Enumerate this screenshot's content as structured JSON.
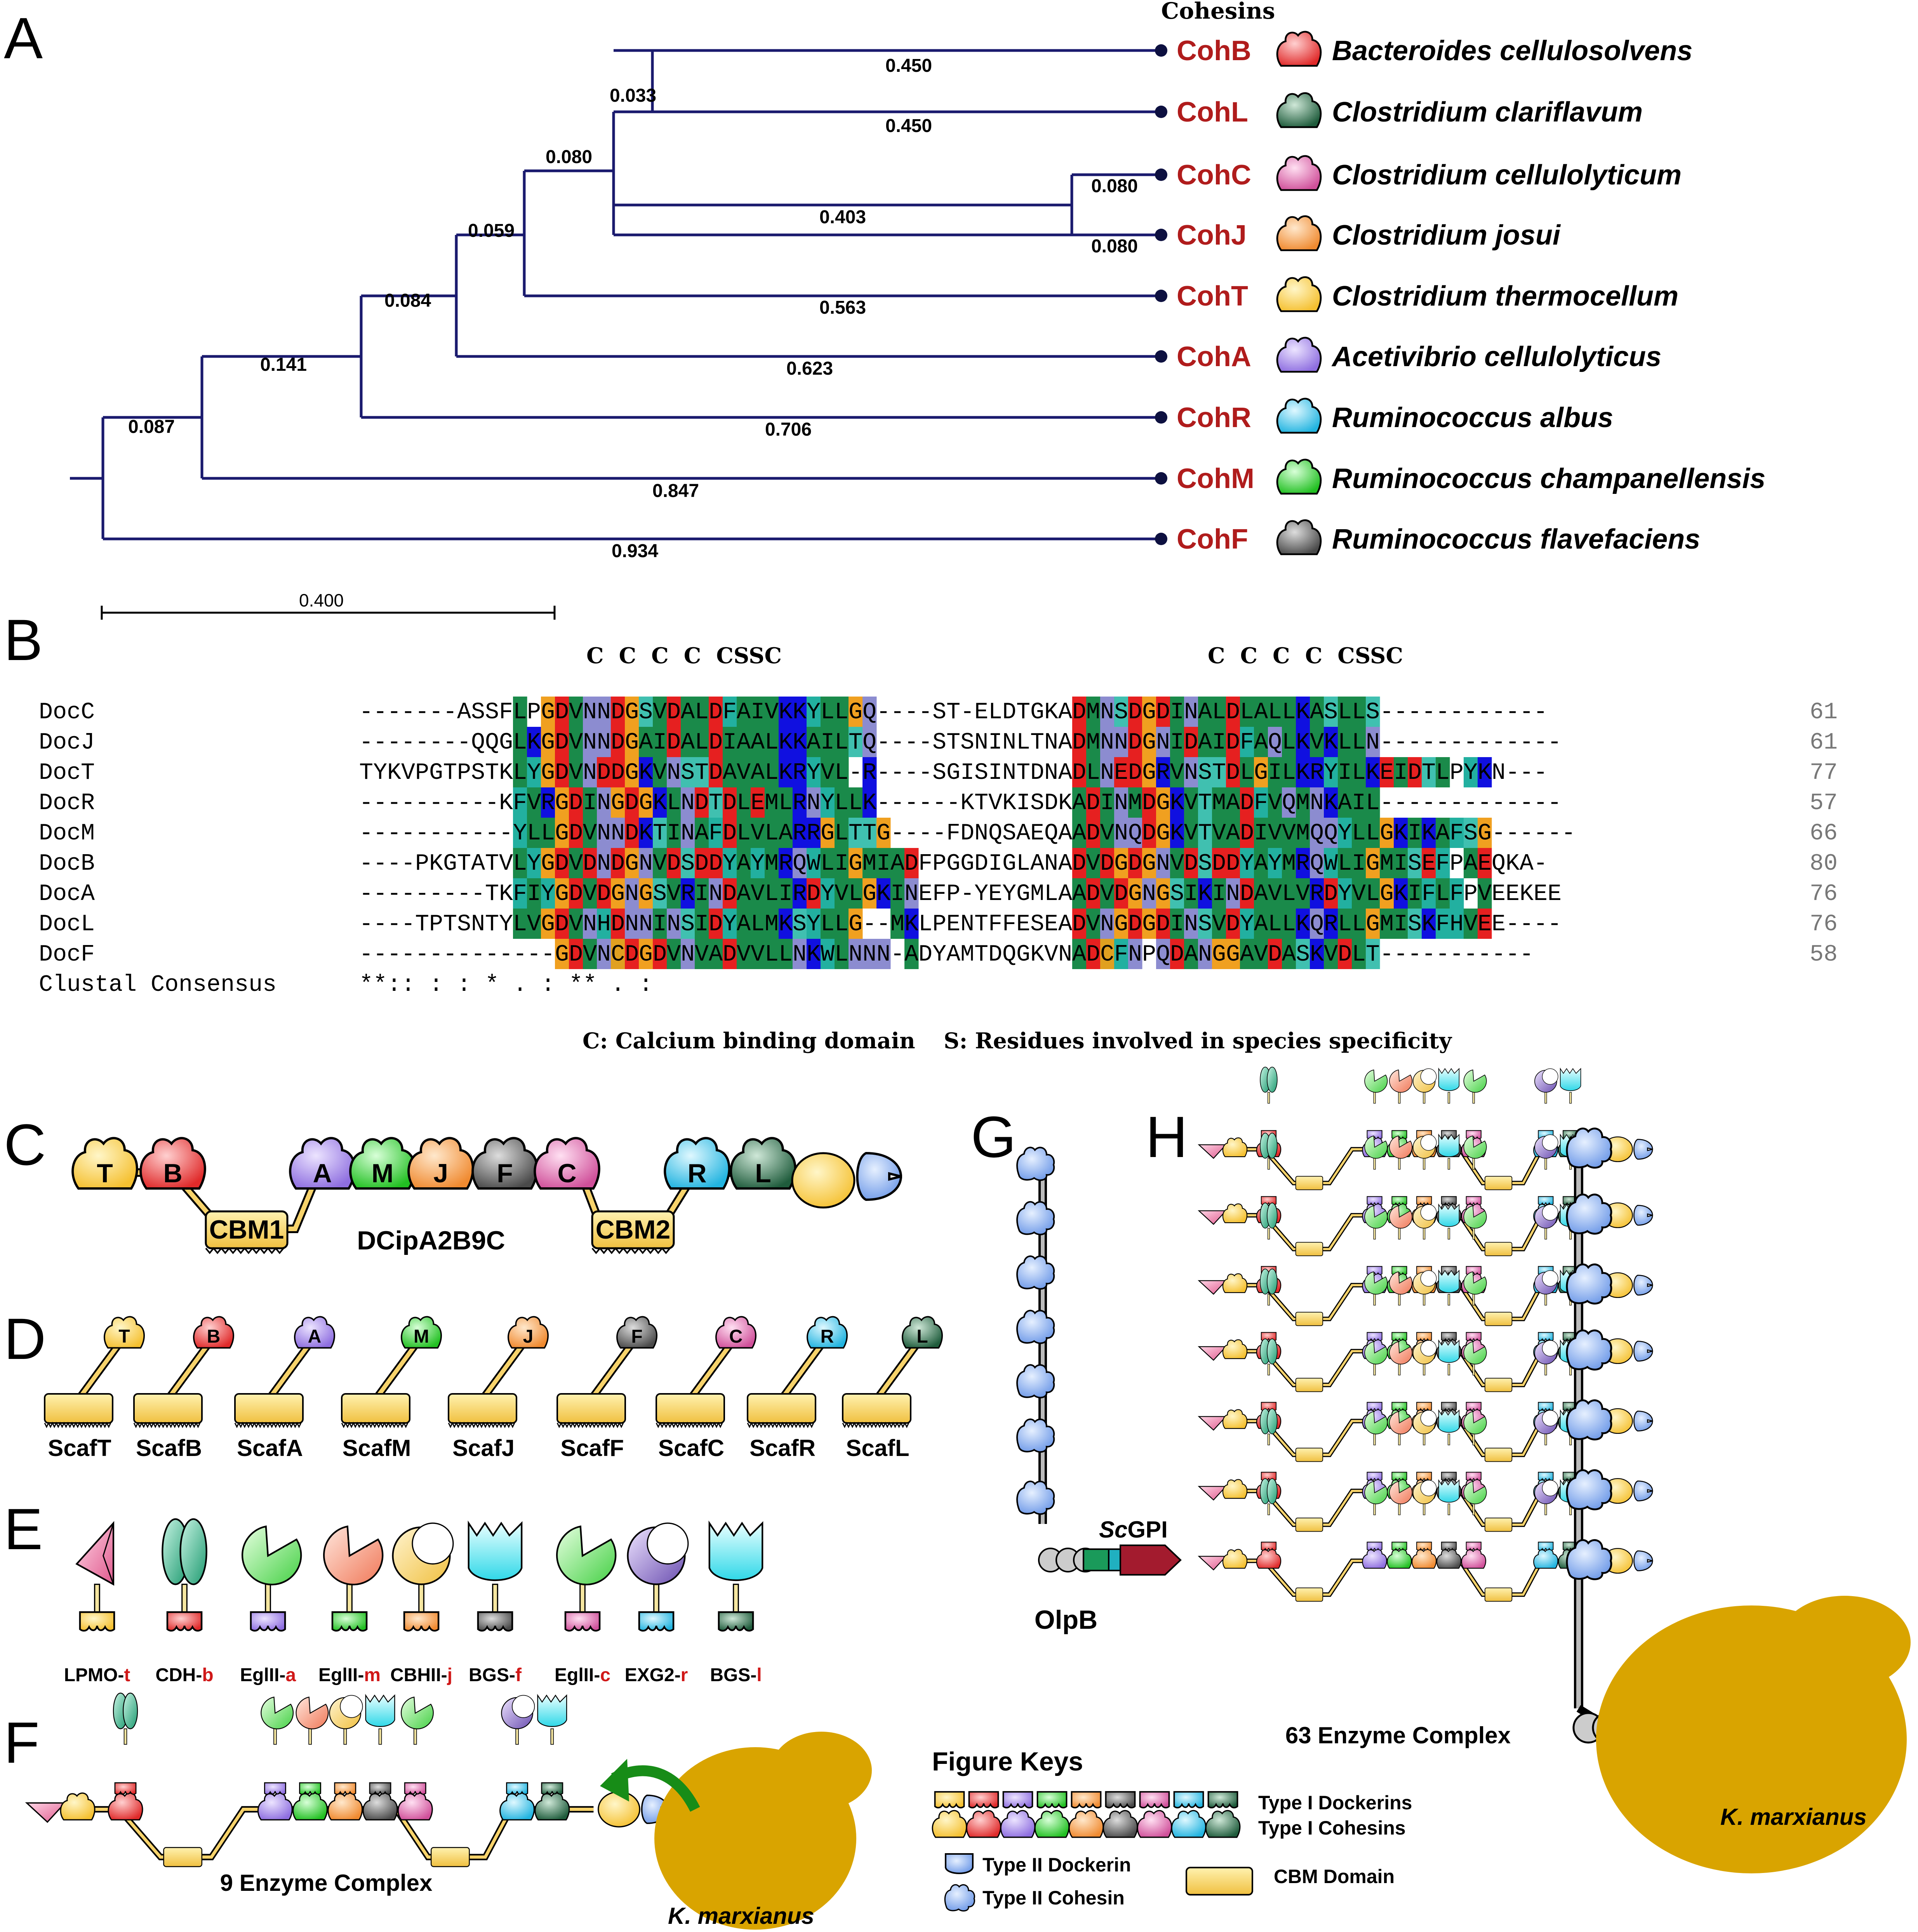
{
  "panels": {
    "A": "A",
    "B": "B",
    "C": "C",
    "D": "D",
    "E": "E",
    "F": "F",
    "G": "G",
    "H": "H"
  },
  "tree": {
    "header": "Cohesins",
    "scale_label": "0.400",
    "leaves": [
      {
        "coh": "CohB",
        "species": "Bacteroides cellulosolvens",
        "branch": "0.450"
      },
      {
        "coh": "CohL",
        "species": "Clostridium clariflavum",
        "branch": "0.450"
      },
      {
        "coh": "CohC",
        "species": "Clostridium cellulolyticum",
        "branch": "0.080"
      },
      {
        "coh": "CohJ",
        "species": "Clostridium josui",
        "branch": "0.080"
      },
      {
        "coh": "CohT",
        "species": "Clostridium thermocellum",
        "branch": "0.563"
      },
      {
        "coh": "CohA",
        "species": "Acetivibrio cellulolyticus",
        "branch": "0.623"
      },
      {
        "coh": "CohR",
        "species": "Ruminococcus albus",
        "branch": "0.706"
      },
      {
        "coh": "CohM",
        "species": "Ruminococcus champanellensis",
        "branch": "0.847"
      },
      {
        "coh": "CohF",
        "species": "Ruminococcus flavefaciens",
        "branch": "0.934"
      }
    ],
    "internal": {
      "n1": "0.033",
      "n2": "0.403",
      "n3": "0.080",
      "n4": "0.059",
      "n5": "0.084",
      "n6": "0.141",
      "n7": "0.087"
    }
  },
  "alignment": {
    "rows": [
      {
        "name": "DocC",
        "seq": "-------ASSFLPGDVNNDGSVDALDFAIVKKYLLGQ----ST-ELDTGKADMNSDGDINALDLALLKASLLS------------",
        "count": "61"
      },
      {
        "name": "DocJ",
        "seq": "--------QQGLKGDVNNDGAIDALDIAALKKAILTQ----STSNINLTNADMNNDGNIDAIDFAQLKVKLLN-------------",
        "count": "61"
      },
      {
        "name": "DocT",
        "seq": "TYKVPGTPSTKLYGDVNDDGKVNSTDAVALKRYVL-R----SGISINTDNADLNEDGRVNSTDLGILKRYILKEIDTLPYKN---",
        "count": "77"
      },
      {
        "name": "DocR",
        "seq": "----------KFVRGDINGDGKLNDTDLEMLRNYLLK------KTVKISDKADINMDGKVTMADFVQMNKAIL-------------",
        "count": "57"
      },
      {
        "name": "DocM",
        "seq": "-----------YLLGDVNNDKTINAFDLVLARRGLTTG----FDNQSAEQAADVNQDGKVTVADIVVMQQYLLGKIKAFSG------",
        "count": "66"
      },
      {
        "name": "DocB",
        "seq": "----PKGTATVLYGDVDNDGNVDSDDYAYMRQWLIGMIADFPGGDIGLANADVDGDGNVDSDDYAYMRQWLIGMISEFPAEQKA-",
        "count": "80"
      },
      {
        "name": "DocA",
        "seq": "---------TKFIYGDVDGNGSVRINDAVLIRDYVLGKINEFP-YEYGMLAADVDGNGSIKINDAVLVRDYVLGKIFLFPVEEKEE",
        "count": "76"
      },
      {
        "name": "DocL",
        "seq": "----TPTSNTYLVGDVNHDNNINSIDYALMKSYLLG--MKLPENTFFESEADVNGDGDINSVDYALLKQRLLGMISKFHVEE----",
        "count": "76"
      },
      {
        "name": "DocF",
        "seq": "--------------GDVNCDGDVNVADVVLLNKWLNNN-ADYAMTDQGKVNADCFNPQDANGGAVDASKVDLT-----------",
        "count": "58"
      }
    ],
    "consensus_label": "Clustal Consensus",
    "consensus": "              **::  :   :   *     .   :                  **                    .   :       ",
    "top_markers_left": "C  C  C  C  CSSC",
    "top_markers_right": "C  C  C  C  CSSC",
    "legend_c": "C: Calcium binding domain",
    "legend_s": "S: Residues involved in species specificity"
  },
  "panel_c": {
    "title": "DCipA2B9C",
    "cbm1": "CBM1",
    "cbm2": "CBM2",
    "cohesins": [
      "T",
      "B",
      "A",
      "M",
      "J",
      "F",
      "C",
      "R",
      "L"
    ]
  },
  "panel_d": {
    "scaffolds": [
      {
        "letter": "T",
        "name": "ScafT",
        "color": "#f5c842"
      },
      {
        "letter": "B",
        "name": "ScafB",
        "color": "#e84a4a"
      },
      {
        "letter": "A",
        "name": "ScafA",
        "color": "#a48ae8"
      },
      {
        "letter": "M",
        "name": "ScafM",
        "color": "#40d040"
      },
      {
        "letter": "J",
        "name": "ScafJ",
        "color": "#f3a45a"
      },
      {
        "letter": "F",
        "name": "ScafF",
        "color": "#777777"
      },
      {
        "letter": "C",
        "name": "ScafC",
        "color": "#e070b0"
      },
      {
        "letter": "R",
        "name": "ScafR",
        "color": "#40c8ef"
      },
      {
        "letter": "L",
        "name": "ScafL",
        "color": "#2f6e4e"
      }
    ]
  },
  "panel_e": {
    "enzymes": [
      {
        "name": "LPMO-",
        "suffix": "t"
      },
      {
        "name": "CDH-",
        "suffix": "b"
      },
      {
        "name": "EglII-",
        "suffix": "a"
      },
      {
        "name": "EglII-",
        "suffix": "m"
      },
      {
        "name": "CBHII-",
        "suffix": "j"
      },
      {
        "name": "BGS-",
        "suffix": "f"
      },
      {
        "name": "EglII-",
        "suffix": "c"
      },
      {
        "name": "EXG2-",
        "suffix": "r"
      },
      {
        "name": "BGS-",
        "suffix": "l"
      }
    ]
  },
  "panel_f": {
    "label": "9 Enzyme Complex",
    "yeast": "K. marxianus"
  },
  "panel_g": {
    "name": "OlpB",
    "tag_prefix": "Sc",
    "tag_suffix": "GPI"
  },
  "panel_h": {
    "label": "63 Enzyme Complex",
    "yeast": "K. marxianus"
  },
  "keys": {
    "title": "Figure Keys",
    "type1_dock": "Type I Dockerins",
    "type1_coh": "Type I Cohesins",
    "type2_dock": "Type II Dockerin",
    "type2_coh": "Type II Cohesin",
    "cbm": "CBM Domain"
  },
  "colors": {
    "tree": "#1a1a6e",
    "coh_label": "#b01c1c",
    "yeast": "#d9a400",
    "cbm": "#f7d36b",
    "type2": "#8fb4f0",
    "ruby": "#a31b2e"
  }
}
